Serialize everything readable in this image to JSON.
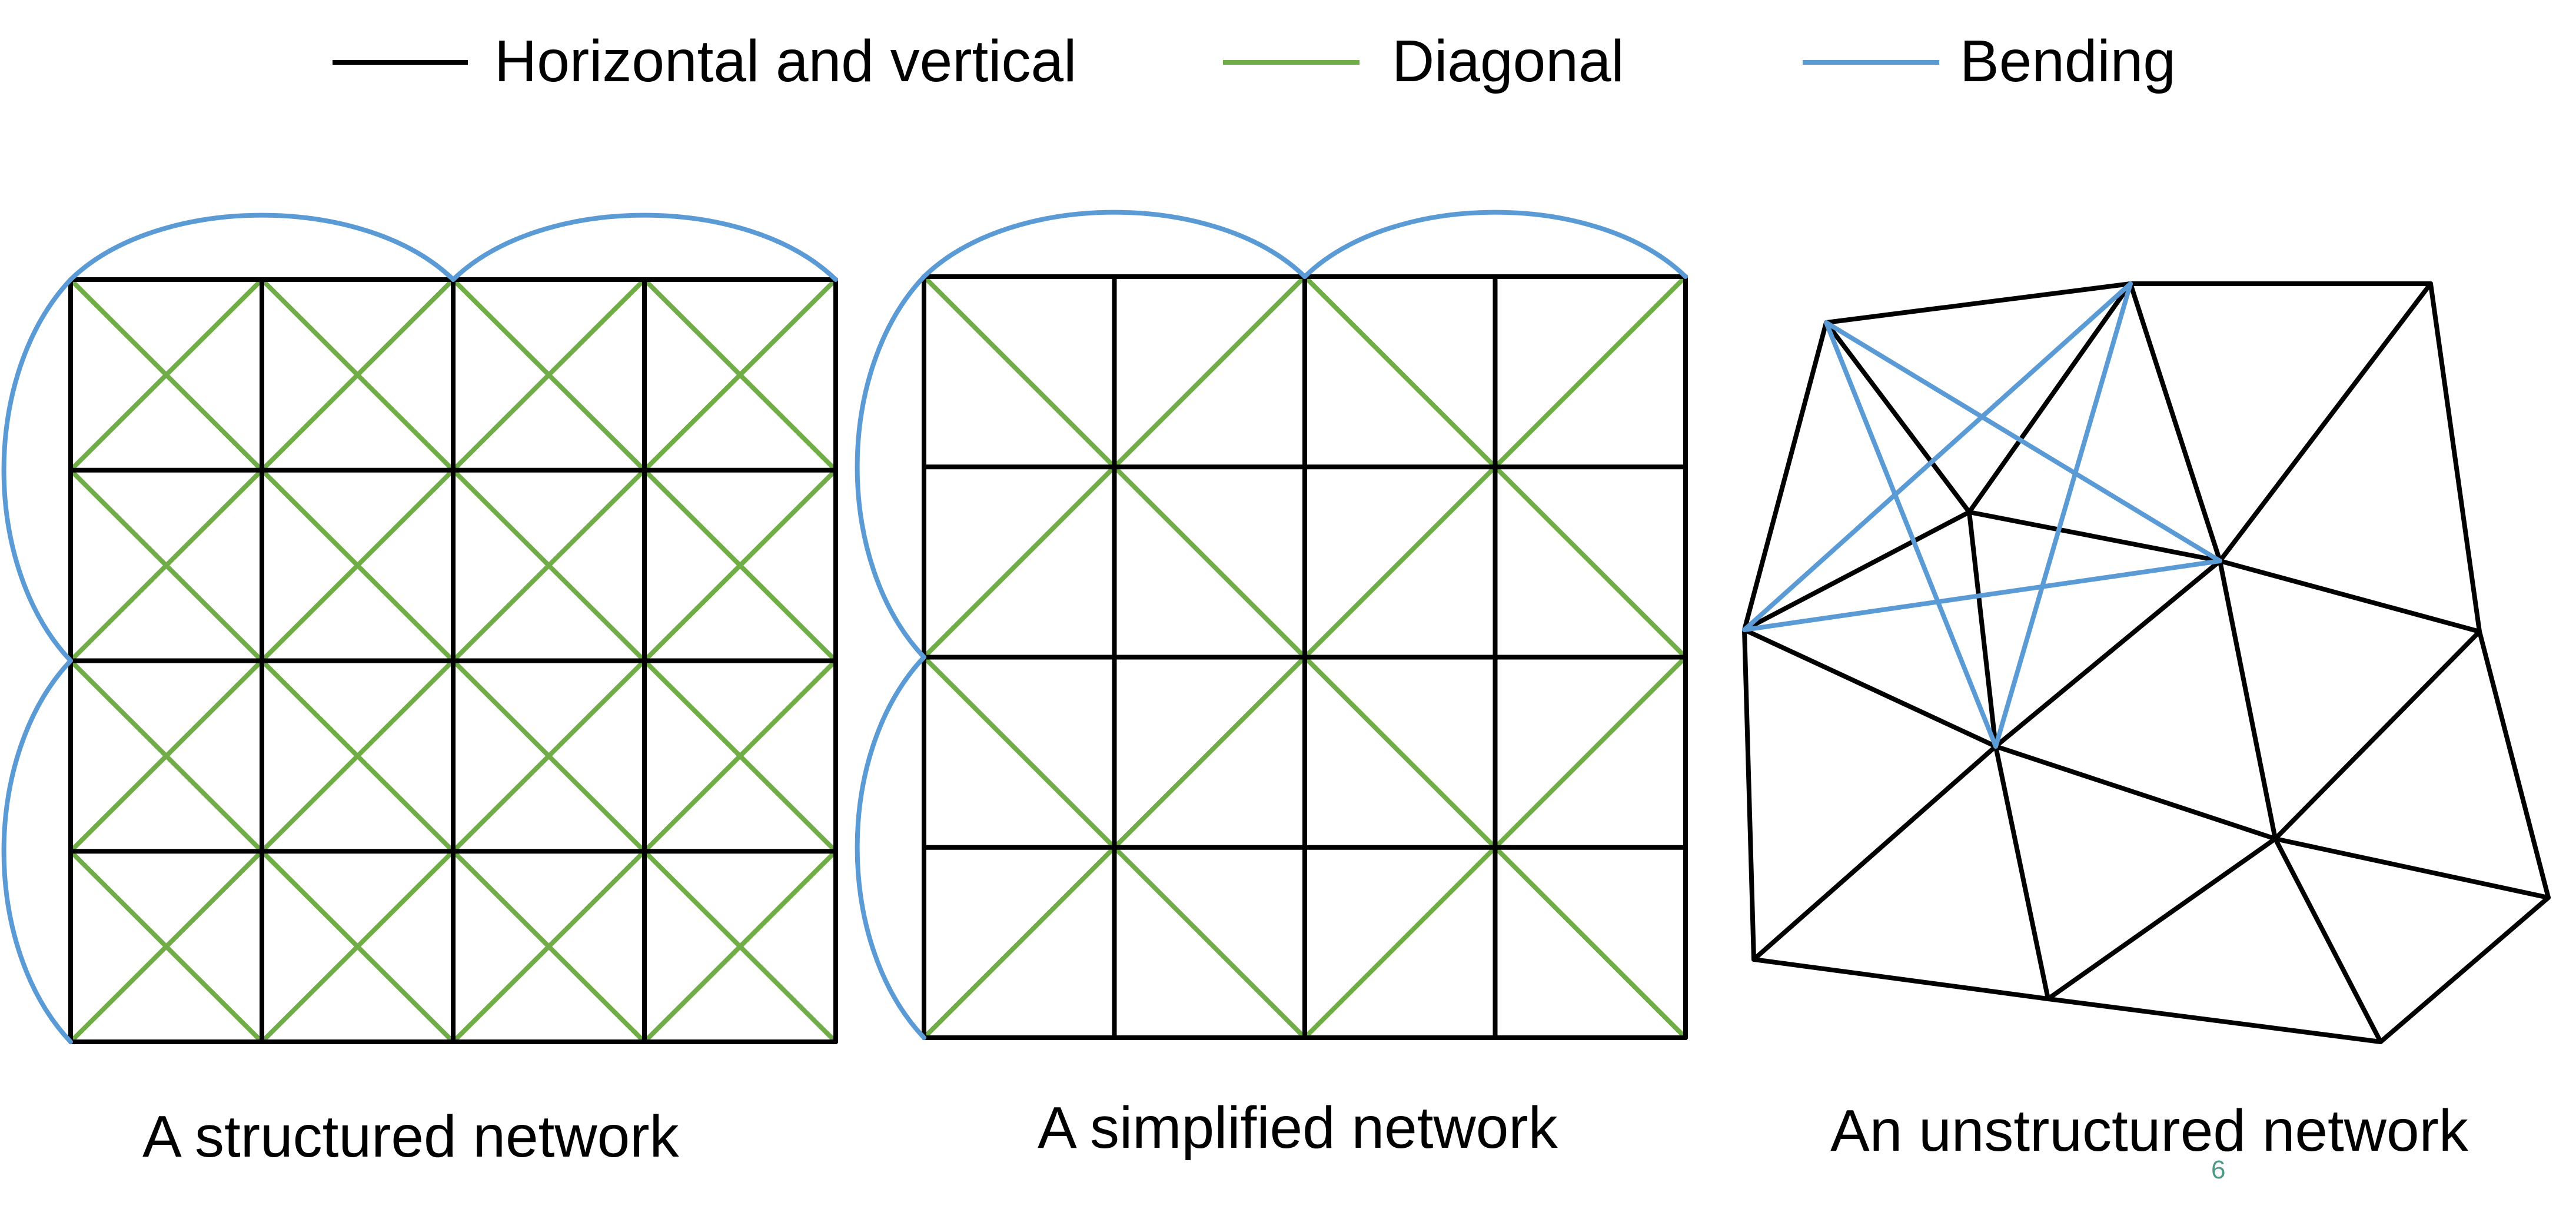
{
  "colors": {
    "horizontal_vertical": "#000000",
    "diagonal": "#70AD47",
    "bending": "#5B9BD5",
    "page_number": "#4E9A85"
  },
  "legend": [
    {
      "key": "horizontal_vertical",
      "label": "Horizontal and vertical"
    },
    {
      "key": "diagonal",
      "label": "Diagonal"
    },
    {
      "key": "bending",
      "label": "Bending"
    }
  ],
  "captions": {
    "structured": "A structured network",
    "simplified": "A simplified network",
    "unstructured": "An unstructured network"
  },
  "page_number": "6",
  "structured": {
    "grid_cells": 4,
    "diagonal_cells": "all"
  },
  "simplified": {
    "grid_cells": 4,
    "diagonal_cells": "alternate"
  }
}
